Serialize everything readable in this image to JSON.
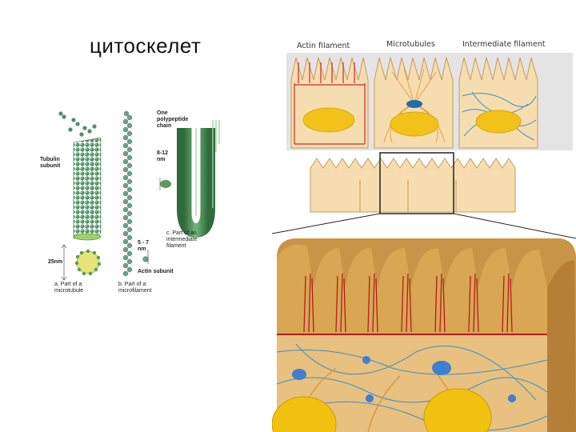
{
  "slide": {
    "title": "цитоскелет"
  },
  "left_figure": {
    "tubulin_subunit": "Tubulin\nsubunit",
    "one_chain": "One\npolypeptide\nchain",
    "size_812": "8-12\nnm",
    "size_25": "25nm",
    "size_57": "5 - 7\nnm",
    "actin_subunit": "Actin subunit",
    "caption_a": "a. Part of a\nmicrotubule",
    "caption_b": "b. Part of a\nmicrofilament",
    "caption_c": "c. Part of an\nintermediate\nfilament"
  },
  "right_figure": {
    "panel_headers": [
      "Actin filament",
      "Microtubules",
      "Intermediate filament"
    ]
  },
  "colors": {
    "actin": "#d02a2a",
    "microtubule": "#e8a23a",
    "intermediate": "#3a8fc4",
    "cell_fill": "#f6ddb0",
    "nucleus": "#f2c21a",
    "filament_green": "#5a9a5a"
  }
}
